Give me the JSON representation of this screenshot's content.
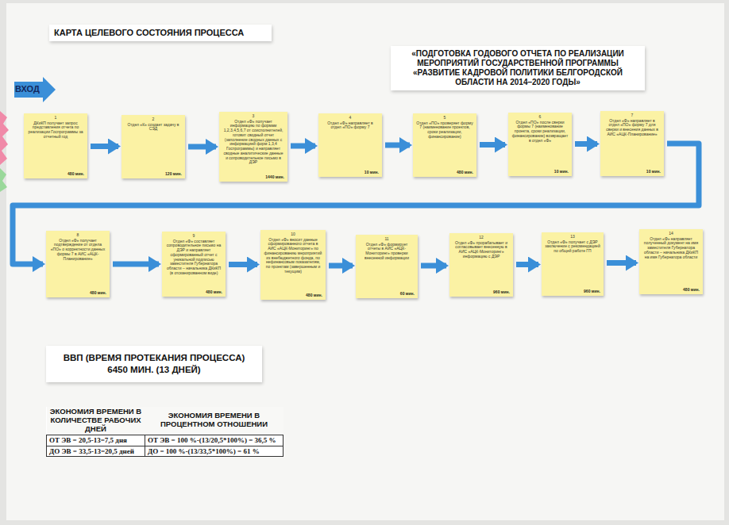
{
  "diagram": {
    "title": "КАРТА ЦЕЛЕВОГО СОСТОЯНИЯ ПРОЦЕССА",
    "nodes": [
      {
        "text": [
          "1",
          "ДКиКП получает запрос представления отчета по реализации Госпрограммы за отчетный год",
          "480 мин."
        ]
      },
      {
        "text": [
          "2",
          "Отдел «К» создает задачу в СЭД",
          "120 мин."
        ]
      },
      {
        "text": [
          "3",
          "Отдел «Ф» получает информацию по формам 1,2,3,4,5,6,7 от соисполнителей, готовит сводный отчет (заполнение сводных данных с информацией форм 1,3,4 Госпрограммы) и направляет сводные аналитические данные и сопроводительное письмо в ДЭР",
          "1440 мин."
        ]
      },
      {
        "text": [
          "4",
          "Отдел «Ф» направляет в отдел «ПО» форму 7",
          "10 мин."
        ]
      },
      {
        "text": [
          "5",
          "Отдел «ПО» проверяет форму 7 (наименование проектов, сроки реализации, финансирование)",
          "480 мин."
        ]
      },
      {
        "text": [
          "6",
          "Отдел «ПО» после сверки формы 7 (наименование проекта, сроки реализации, финансирование) возвращает в отдел «Ф»",
          "10 мин."
        ]
      },
      {
        "text": [
          "7",
          "Отдел «Ф» направляет в отдел «ПО» форму 7 для сверки и внесения данных в АИС «АЦК-Планирование»",
          "10 мин."
        ]
      },
      {
        "text": [
          "8",
          "Отдел «Ф» получает подтверждение от отдела «ПО» о корректности данных формы 7 в АИС «АЦК-Планирование»",
          "480 мин."
        ]
      },
      {
        "text": [
          "9",
          "Отдел «Ф» составляет сопроводительное письмо на ДЭР и направляет сформированный отчет с уникальной подписью заместителя Губернатора области – начальника ДКиКП (в отсканированном виде)",
          "480 мин."
        ]
      },
      {
        "text": [
          "10",
          "Отдел «Ф» вносит данные сформированного отчета в АИС «АЦК-Мониторинг» по финансированию мероприятий из внебюджетного фонда, по нефинансовым показателям, по проектам (завершенным и текущим)",
          "480 мин."
        ]
      },
      {
        "text": [
          "11",
          "Отдел «Ф» формирует отчеты в АИС «АЦК-Мониторинг» проверки внесенной информации",
          "60 мин."
        ]
      },
      {
        "text": [
          "12",
          "Отдел «Ф» прорабатывает и согласовывает внесенную в АИС «АЦК-Мониторинг» информацию с ДЭР",
          "960 мин."
        ]
      },
      {
        "text": [
          "13",
          "Отдел «Ф» получает с ДЭР заключение с рекомендацией по общей работе ГП",
          "960 мин."
        ]
      },
      {
        "text": [
          "14",
          "Отдел «Ф» направляет полученный документ на имя заместителя Губернатора области – начальника ДКиКП на имя Губернатора области",
          "480 мин."
        ]
      },
      {
        "text": [
          "ВВП (ВРЕМЯ ПРОТЕКАНИЯ ПРОЦЕССА) 6450 МИН. (13 ДНЕЙ)"
        ]
      }
    ],
    "edges": [
      {
        "from": 0,
        "to": 1,
        "arrow": "to"
      },
      {
        "from": 1,
        "to": 2,
        "arrow": "to"
      },
      {
        "from": 2,
        "to": 3,
        "arrow": "to"
      },
      {
        "from": 3,
        "to": 4,
        "arrow": "to"
      },
      {
        "from": 4,
        "to": 5,
        "arrow": "to"
      },
      {
        "from": 5,
        "to": 6,
        "arrow": "to"
      },
      {
        "from": 6,
        "to": 7,
        "arrow": "to"
      },
      {
        "from": 7,
        "to": 8,
        "arrow": "to"
      },
      {
        "from": 8,
        "to": 9,
        "arrow": "to"
      },
      {
        "from": 9,
        "to": 10,
        "arrow": "to"
      },
      {
        "from": 10,
        "to": 11,
        "arrow": "to"
      },
      {
        "from": 11,
        "to": 12,
        "arrow": "to"
      },
      {
        "from": 12,
        "to": 13,
        "arrow": "to"
      }
    ],
    "labels": [
      "«ПОДГОТОВКА ГОДОВОГО ОТЧЕТА ПО РЕАЛИЗАЦИИ МЕРОПРИЯТИЙ ГОСУДАРСТВЕННОЙ ПРОГРАММЫ «РАЗВИТИЕ КАДРОВОЙ ПОЛИТИКИ БЕЛГОРОДСКОЙ ОБЛАСТИ НА 2014–2020 ГОДЫ»",
      "ВХОД",
      "ЭКОНОМИЯ ВРЕМЕНИ В КОЛИЧЕСТВЕ РАБОЧИХ ДНЕЙ",
      "ЭКОНОМИЯ ВРЕМЕНИ В ПРОЦЕНТНОМ ОТНОШЕНИИ",
      "ОТ ЭВ = 20,5-13=7,5 дня",
      "ОТ ЭВ = 100 %-(13/20,5*100%) = 36,5 %",
      "ДО ЭВ = 33,5-13=20,5 дней",
      "ДО = 100 %-(13/33,5*100%) = 61 %"
    ]
  }
}
